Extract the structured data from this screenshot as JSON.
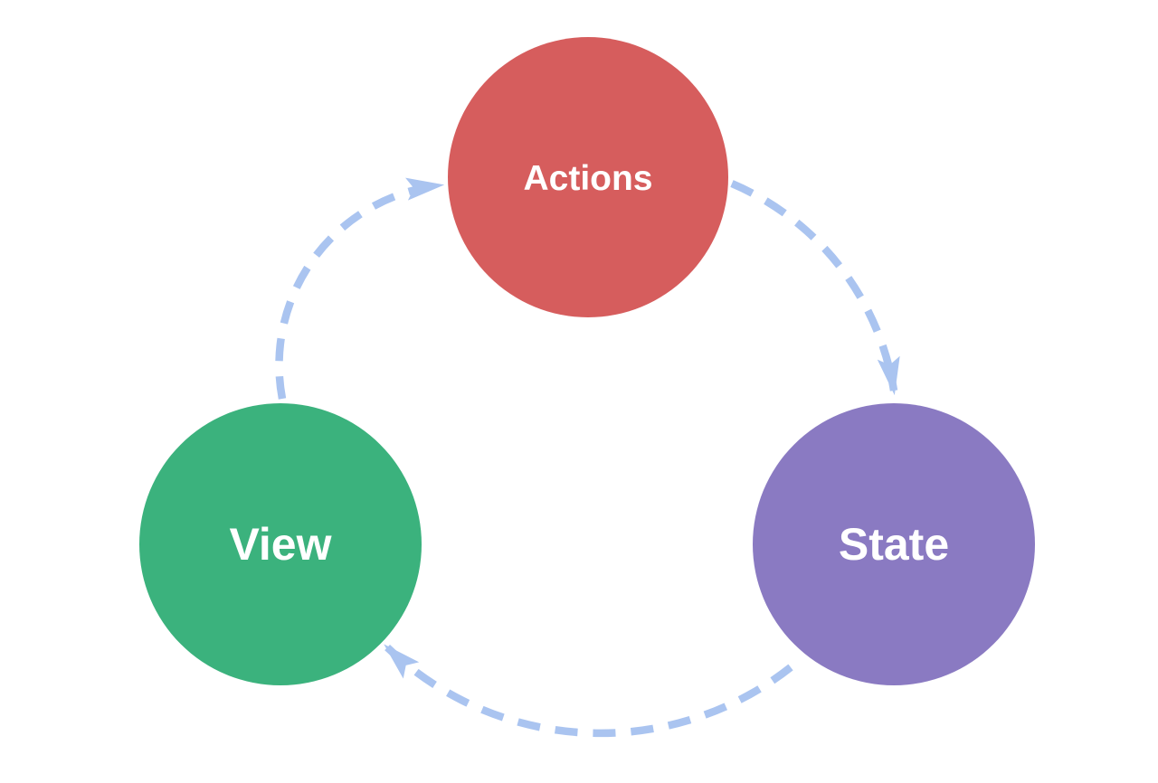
{
  "diagram": {
    "type": "cycle",
    "background": "#ffffff",
    "arrow_color": "#aac4f0",
    "label_color": "#ffffff",
    "nodes": {
      "actions": {
        "label": "Actions",
        "color": "#d65d5d"
      },
      "state": {
        "label": "State",
        "color": "#8a7ac2"
      },
      "view": {
        "label": "View",
        "color": "#3bb27d"
      }
    },
    "edges": [
      {
        "from": "Actions",
        "to": "State"
      },
      {
        "from": "State",
        "to": "View"
      },
      {
        "from": "View",
        "to": "Actions"
      }
    ]
  }
}
